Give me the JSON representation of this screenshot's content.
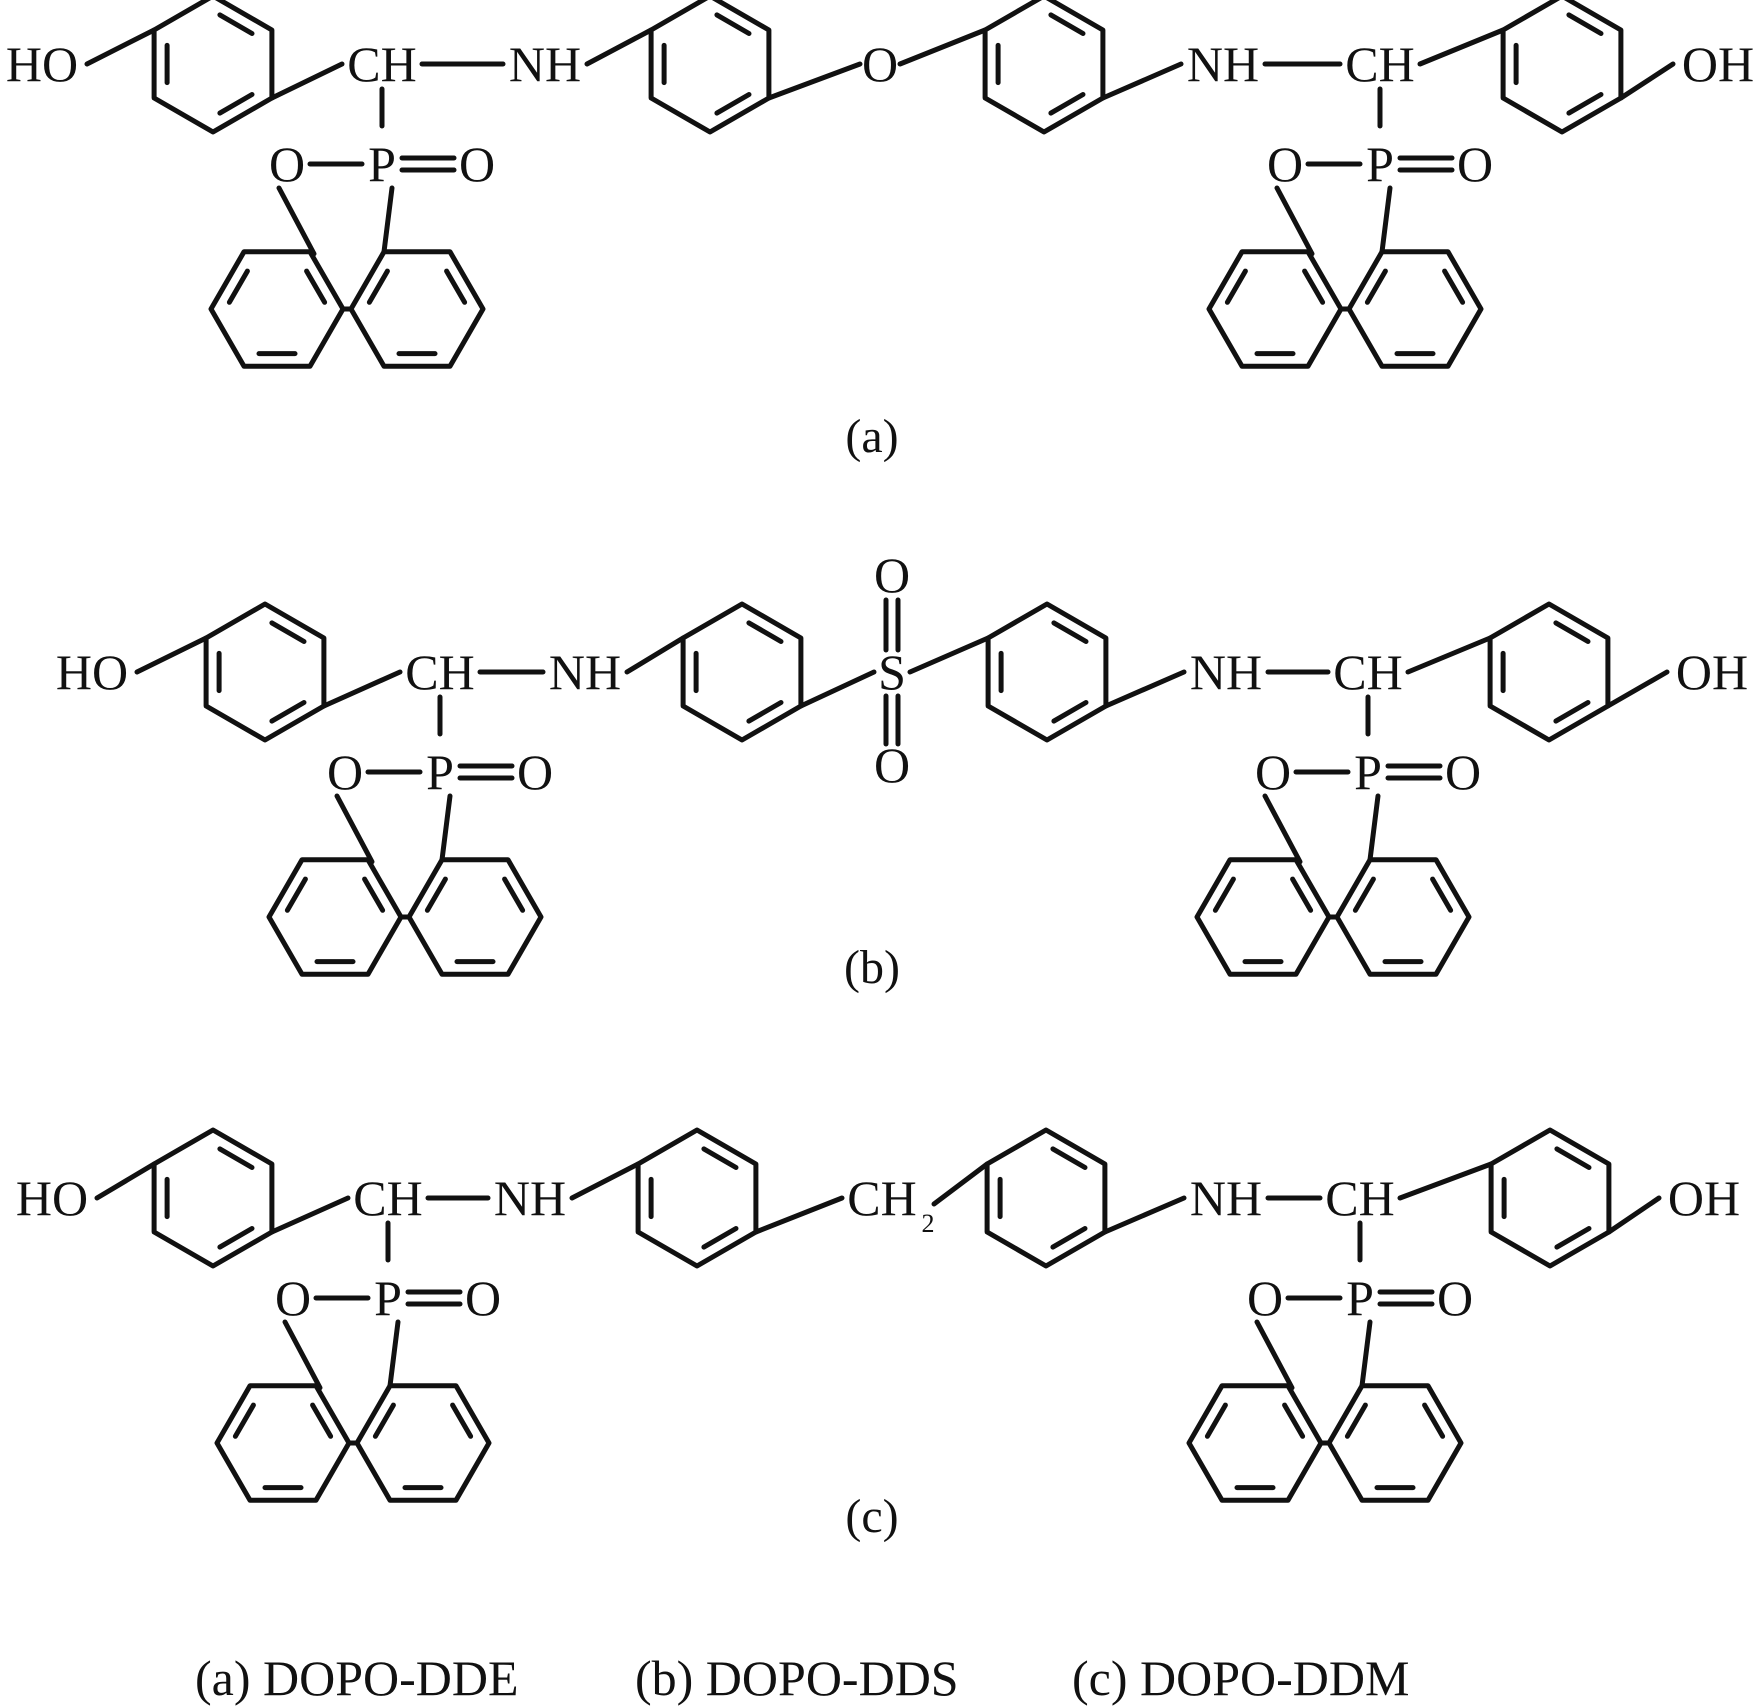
{
  "figure": {
    "panels": [
      {
        "id": "a",
        "label": "(a)",
        "linker": "ether",
        "atoms": {
          "ho": "HO",
          "oh": "OH",
          "ch_left": "CH",
          "ch_right": "CH",
          "nh_left": "NH",
          "nh_right": "NH",
          "o_ring_left": "O",
          "p_left": "P",
          "o_dbl_left": "O",
          "o_ring_right": "O",
          "p_right": "P",
          "o_dbl_right": "O",
          "bridge": "O"
        }
      },
      {
        "id": "b",
        "label": "(b)",
        "linker": "sulfone",
        "atoms": {
          "ho": "HO",
          "oh": "OH",
          "ch_left": "CH",
          "ch_right": "CH",
          "nh_left": "NH",
          "nh_right": "NH",
          "o_ring_left": "O",
          "p_left": "P",
          "o_dbl_left": "O",
          "o_ring_right": "O",
          "p_right": "P",
          "o_dbl_right": "O",
          "bridge": "S",
          "s_o_top": "O",
          "s_o_bottom": "O"
        }
      },
      {
        "id": "c",
        "label": "(c)",
        "linker": "methylene",
        "atoms": {
          "ho": "HO",
          "oh": "OH",
          "ch_left": "CH",
          "ch_right": "CH",
          "nh_left": "NH",
          "nh_right": "NH",
          "o_ring_left": "O",
          "p_left": "P",
          "o_dbl_left": "O",
          "o_ring_right": "O",
          "p_right": "P",
          "o_dbl_right": "O",
          "bridge": "CH",
          "bridge_sub": "2"
        }
      }
    ],
    "caption": [
      "(a) DOPO-DDE",
      "(b) DOPO-DDS",
      "(c) DOPO-DDM"
    ]
  }
}
